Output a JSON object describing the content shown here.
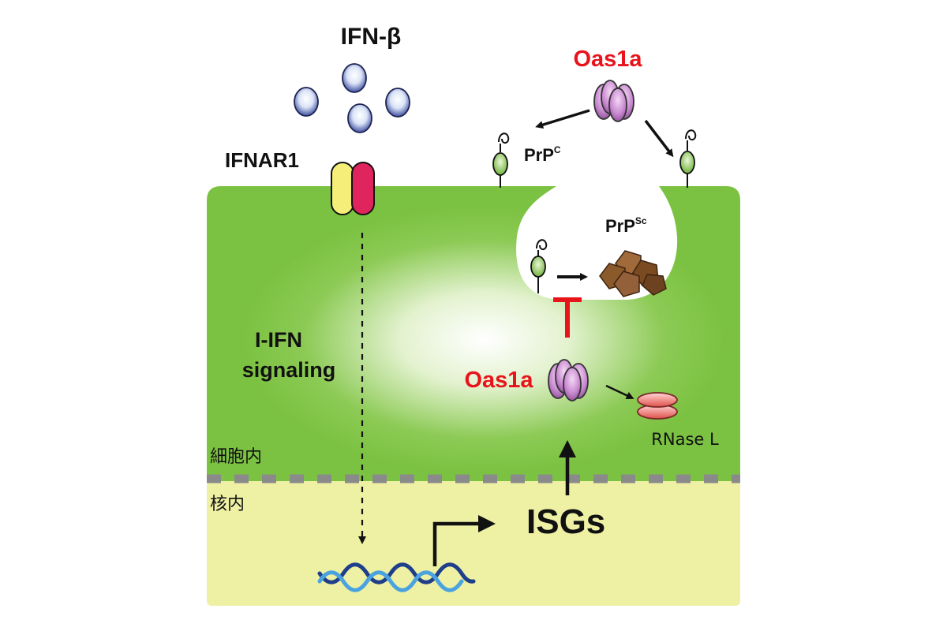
{
  "labels": {
    "ifn_beta": "IFN-β",
    "ifnar1": "IFNAR1",
    "oas1a_top": "Oas1a",
    "oas1a_mid": "Oas1a",
    "prpc_main": "PrP",
    "prpc_sup": "C",
    "prpsc_main": "PrP",
    "prpsc_sup": "Sc",
    "signaling_line1": "I-IFN",
    "signaling_line2": "signaling",
    "rnase_l": "RNase L",
    "cytoplasm": "細胞内",
    "nucleus": "核内",
    "isgs": "ISGs"
  },
  "colors": {
    "cell_green": "#7cc242",
    "nucleus_yellow": "#eef0a4",
    "oas_label_red": "#e8141b",
    "inhibit_red": "#e8141b",
    "ifnar_yellow": "#f5ef7a",
    "ifnar_pink": "#e0245e",
    "prp_green": "#9ad26a",
    "prpsc_brown": "#8b5a2b",
    "oas_purple": "#c98ad1",
    "rnase_pink": "#f08080",
    "ifn_blue": "#3e4fa0",
    "dna_blue": "#2f74c0"
  }
}
